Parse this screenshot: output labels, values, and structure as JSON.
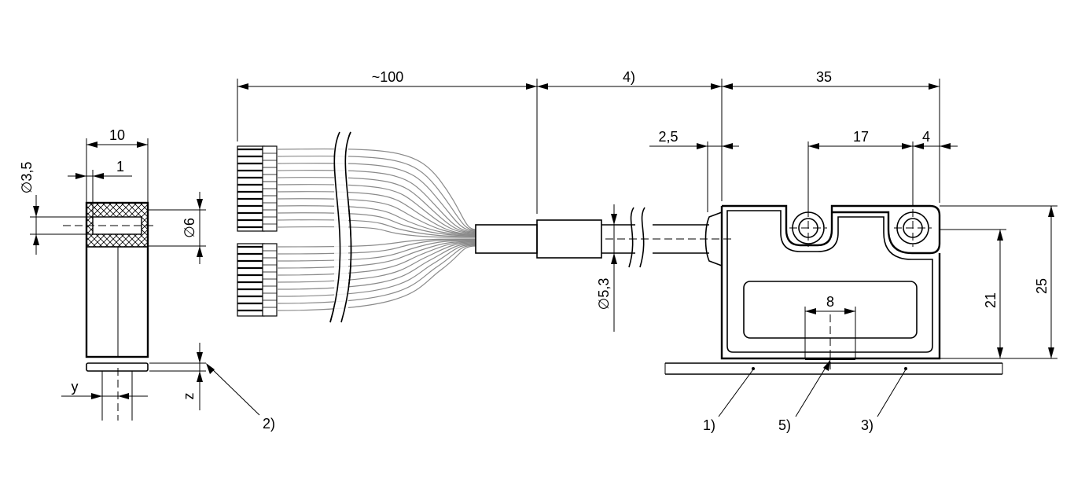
{
  "dimensions": {
    "side_width": "10",
    "side_1": "1",
    "side_dia_3_5": "∅3,5",
    "side_dia_6": "∅6",
    "side_y": "y",
    "side_z": "z",
    "cable_length": "~100",
    "cable_free": "4)",
    "cable_dia": "∅5,3",
    "body_length": "35",
    "offset_2_5": "2,5",
    "hole_spacing": "17",
    "hole_edge": "4",
    "height_21": "21",
    "height_25": "25",
    "zone_8": "8"
  },
  "callouts": {
    "c1": "1)",
    "c2": "2)",
    "c3": "3)",
    "c5": "5)"
  }
}
